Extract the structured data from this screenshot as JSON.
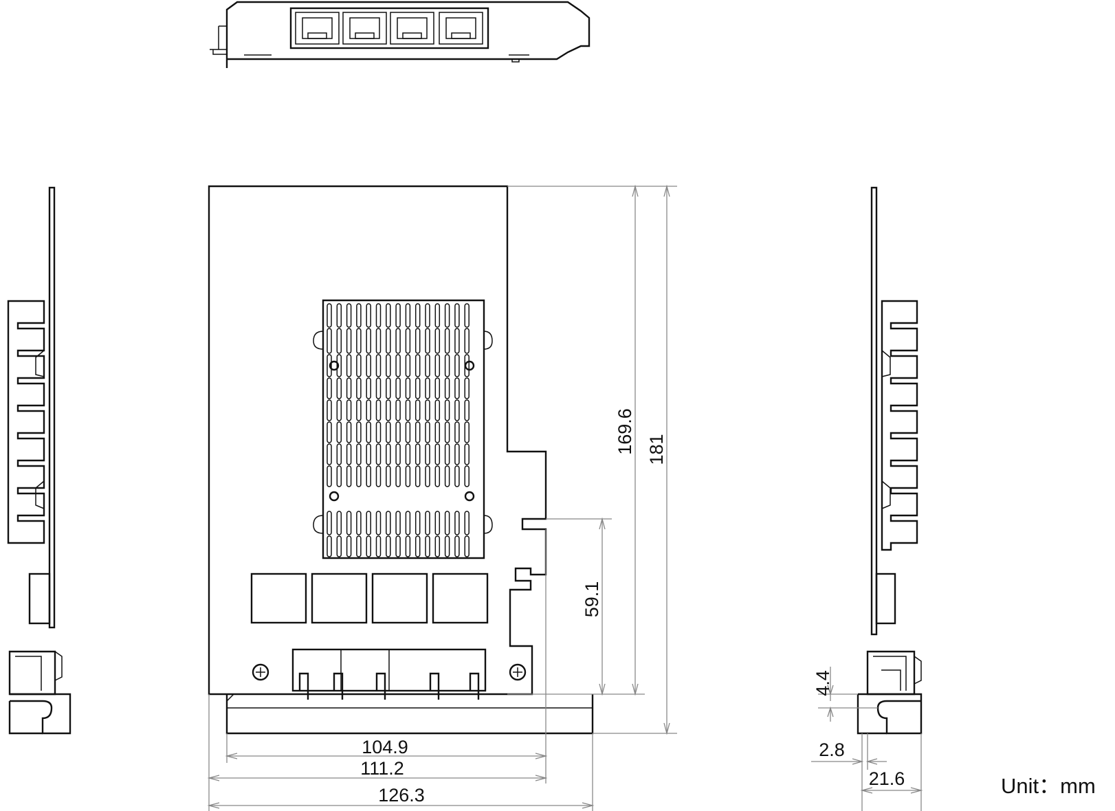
{
  "title": "",
  "dimensions": {
    "board_height": "169.6",
    "bracket_height": "181",
    "connector_distance": "59.1",
    "board_length": "104.9",
    "board_length_2": "111.2",
    "overall_length": "126.3",
    "side_offset_1": "4.4",
    "side_offset_2": "2.8",
    "side_thickness": "21.6"
  },
  "unit_label": "Unit：mm",
  "colors": {
    "line": "#111111",
    "dimension": "#888888",
    "background": "#ffffff"
  },
  "views": [
    "top-view",
    "left-side-view",
    "front-view",
    "right-side-view"
  ]
}
